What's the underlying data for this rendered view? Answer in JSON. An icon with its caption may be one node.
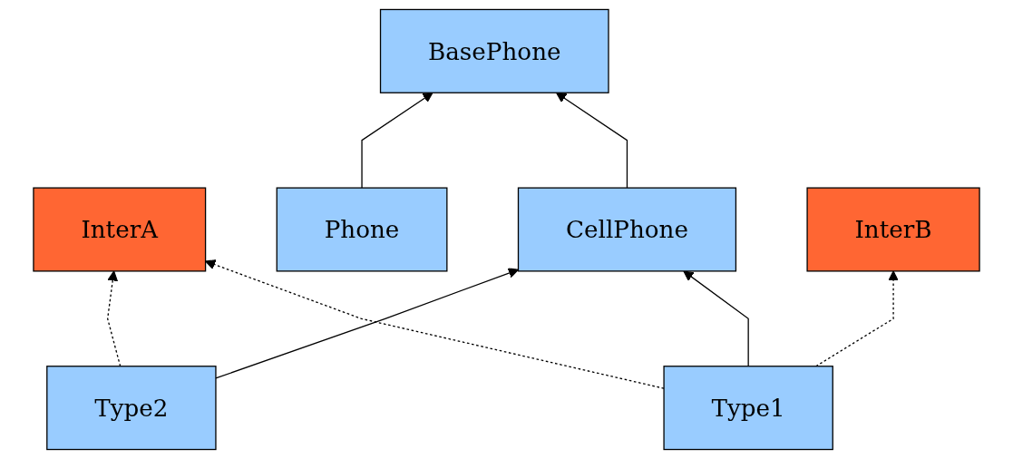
{
  "diagram": {
    "nodes": [
      {
        "text": [
          "BasePhone"
        ]
      },
      {
        "text": [
          "InterA"
        ]
      },
      {
        "text": [
          "Phone"
        ]
      },
      {
        "text": [
          "CellPhone"
        ]
      },
      {
        "text": [
          "InterB"
        ]
      },
      {
        "text": [
          "Type2"
        ]
      },
      {
        "text": [
          "Type1"
        ]
      }
    ],
    "edges": [
      {
        "from": 2,
        "to": 0,
        "arrow": "to"
      },
      {
        "from": 3,
        "to": 0,
        "arrow": "to"
      },
      {
        "from": 5,
        "to": 3,
        "arrow": "to"
      },
      {
        "from": 6,
        "to": 3,
        "arrow": "to"
      },
      {
        "from": 5,
        "to": 1,
        "arrow": "to",
        "style": "dashed"
      },
      {
        "from": 6,
        "to": 1,
        "arrow": "to",
        "style": "dashed"
      },
      {
        "from": 6,
        "to": 4,
        "arrow": "to",
        "style": "dashed"
      }
    ]
  }
}
